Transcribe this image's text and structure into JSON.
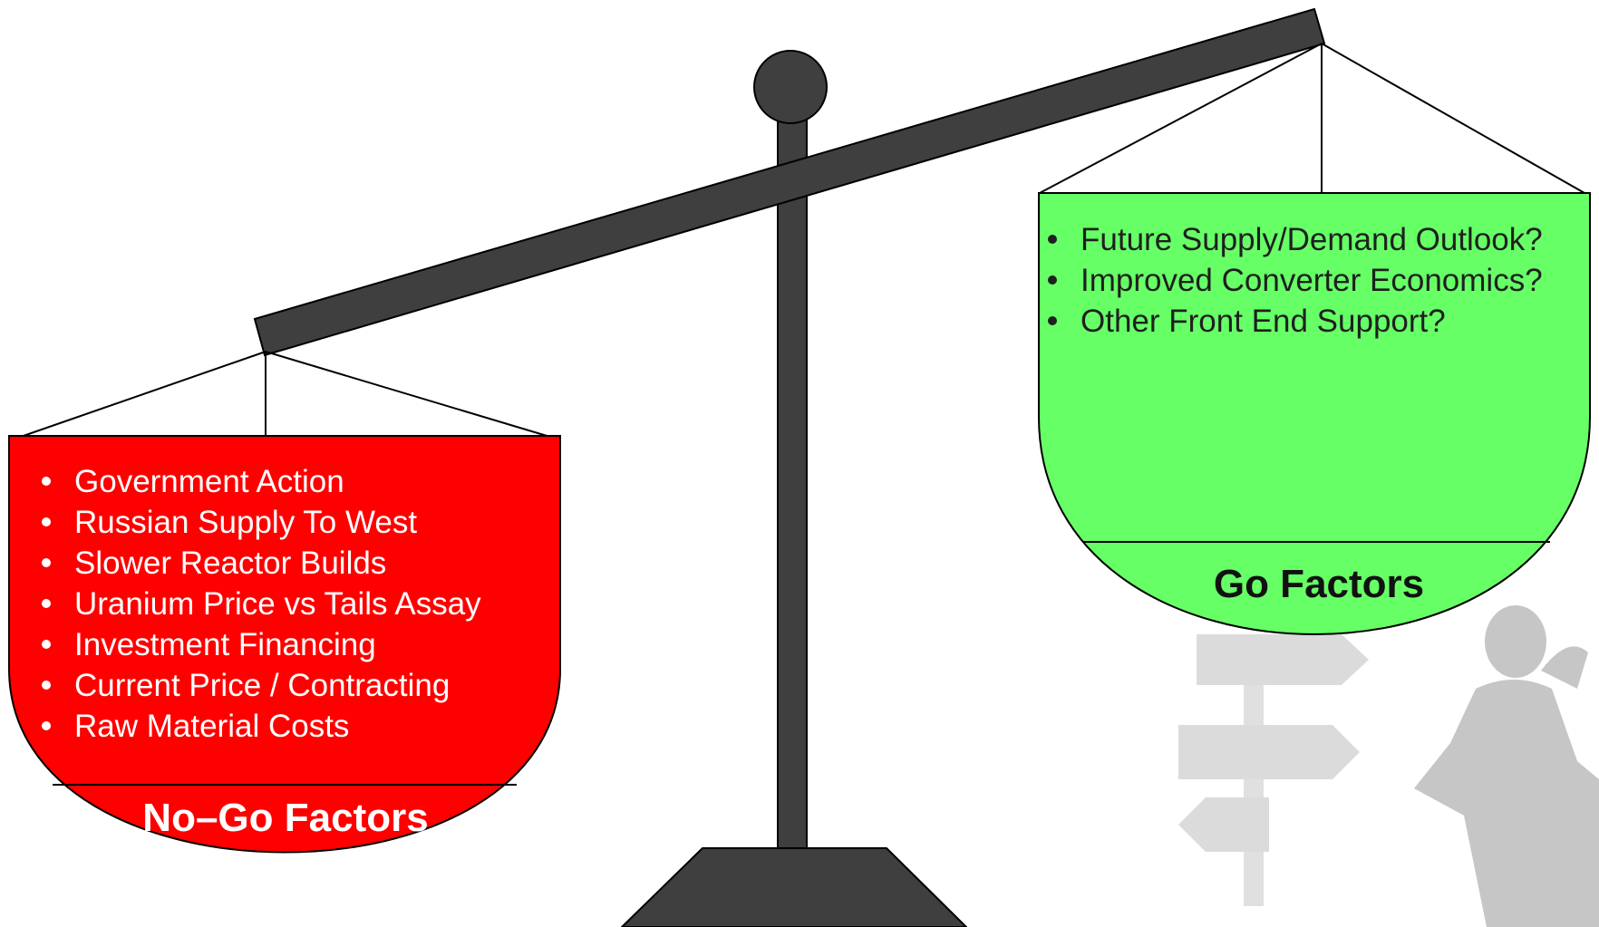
{
  "colors": {
    "nogo_fill": "#ff0000",
    "go_fill": "#66ff66",
    "scale_fill": "#3f3f3f",
    "silhouette": "#bdbdbd"
  },
  "nogo": {
    "title": "No–Go Factors",
    "items": [
      "Government Action",
      "Russian Supply To West",
      "Slower Reactor Builds",
      "Uranium Price vs Tails Assay",
      "Investment Financing",
      "Current Price / Contracting",
      "Raw Material Costs"
    ]
  },
  "go": {
    "title": "Go Factors",
    "items": [
      "Future Supply/Demand Outlook?",
      "Improved Converter Economics?",
      "Other Front End Support?"
    ]
  },
  "icons": [
    "balance-scale-icon",
    "thinking-man-silhouette-icon",
    "signpost-arrows-icon"
  ]
}
